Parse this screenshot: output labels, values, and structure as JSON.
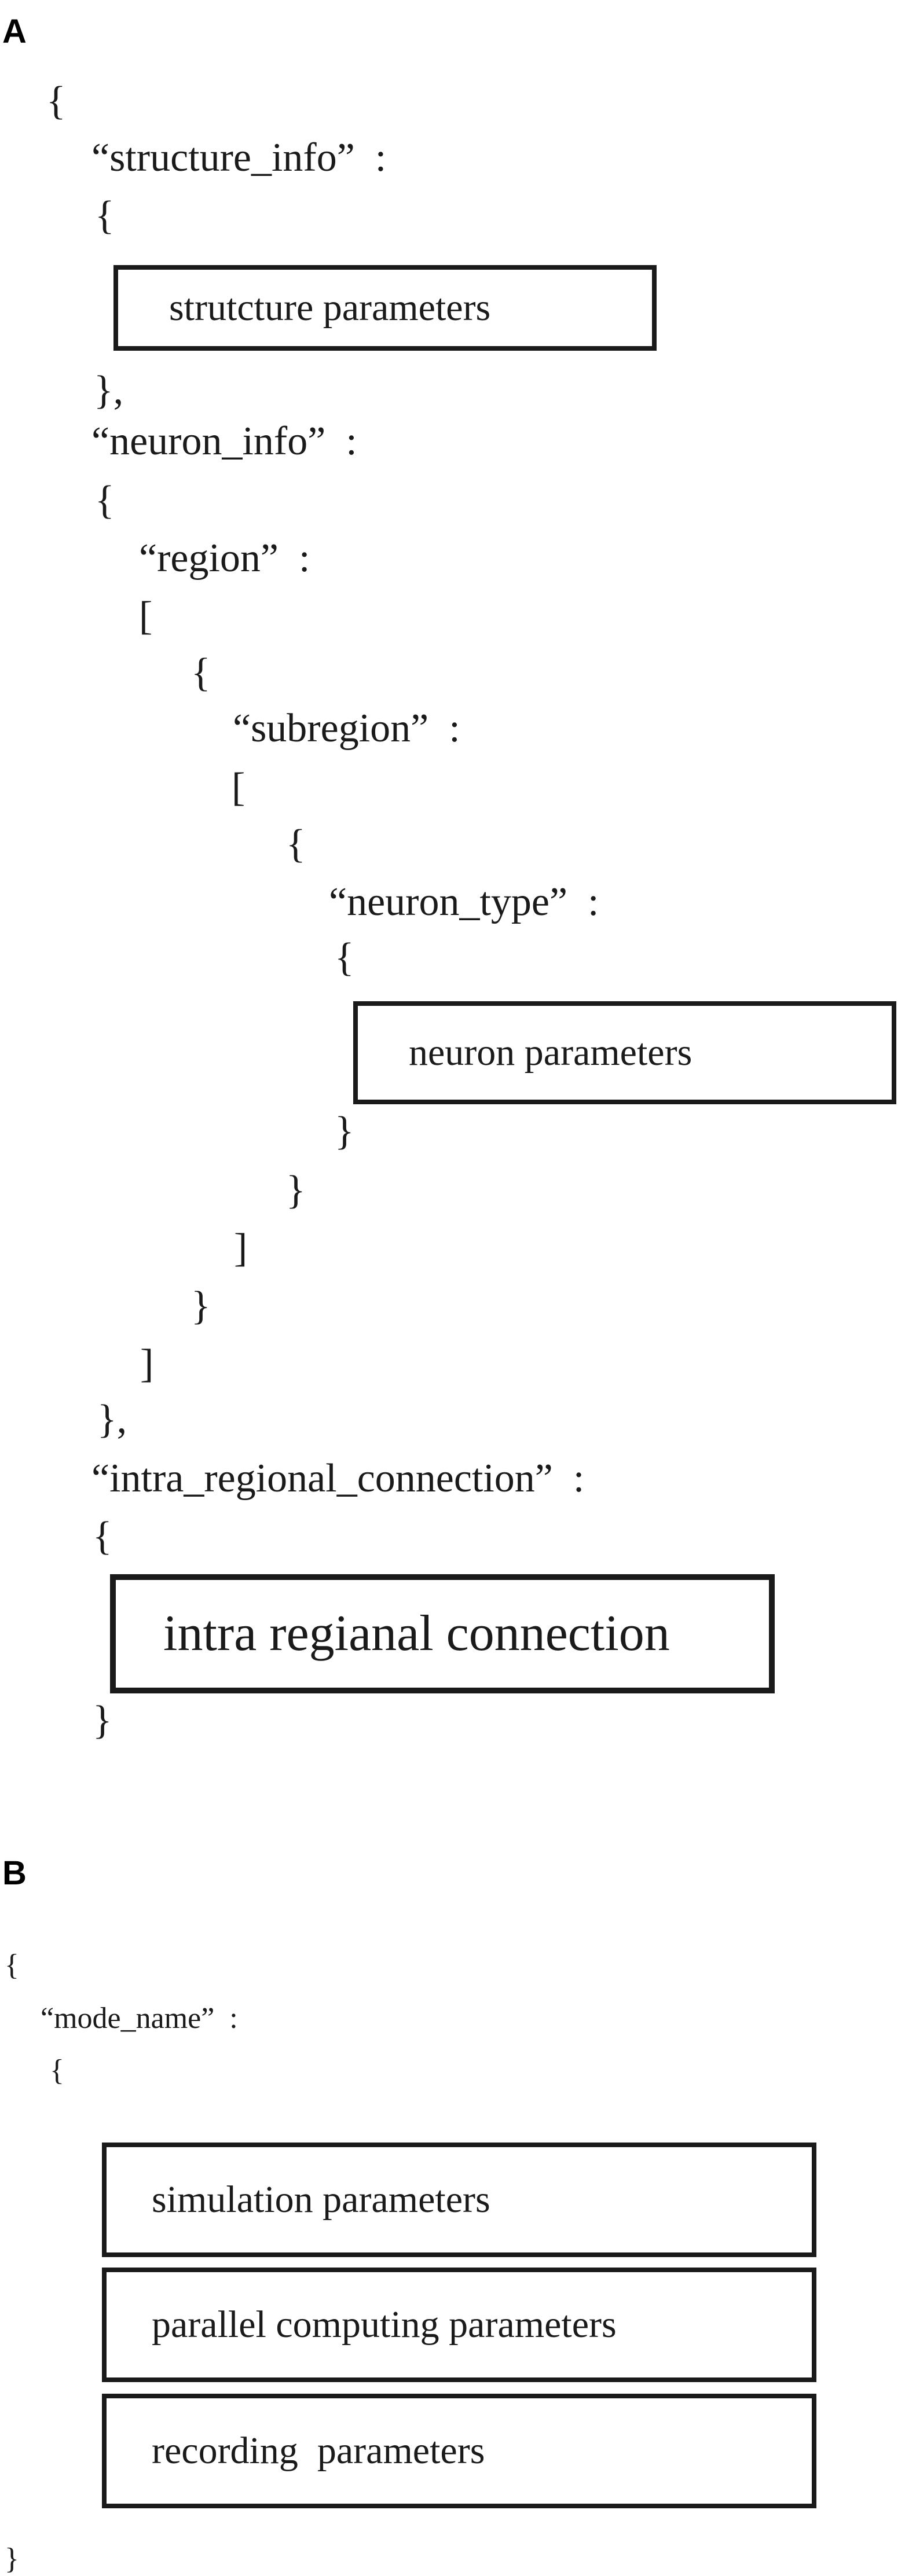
{
  "panel_a": {
    "label": "A",
    "lines": {
      "open_root": "{",
      "structure_info_key": "“structure_info”  :",
      "structure_open": "{",
      "structure_close": "},",
      "neuron_info_key": "“neuron_info”  :",
      "neuron_info_open": "{",
      "region_key": "“region”  :",
      "region_open": "[",
      "region_obj_open": "{",
      "subregion_key": "“subregion”  :",
      "subregion_open": "[",
      "subregion_obj_open": "{",
      "neuron_type_key": "“neuron_type”  :",
      "neuron_type_open": "{",
      "neuron_type_close": "}",
      "subregion_obj_close": "}",
      "subregion_close": "]",
      "region_obj_close": "}",
      "region_close": "]",
      "neuron_info_close": "},",
      "intra_key": "“intra_regional_connection”  :",
      "intra_open": "{",
      "intra_close": "}"
    },
    "boxes": {
      "structure": "strutcture parameters",
      "neuron": "neuron parameters",
      "intra": "intra regianal connection"
    }
  },
  "panel_b": {
    "label": "B",
    "lines": {
      "open_root": "{",
      "mode_name_key": "“mode_name”  :",
      "mode_open": "{",
      "close_root": "}"
    },
    "boxes": {
      "simulation": "simulation parameters",
      "parallel": "parallel computing parameters",
      "recording": "recording  parameters"
    }
  }
}
